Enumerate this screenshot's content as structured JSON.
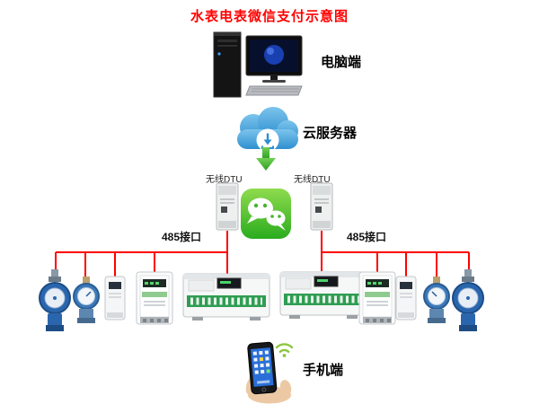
{
  "title": "水表电表微信支付示意图",
  "labels": {
    "computer": "电脑端",
    "cloud_server": "云服务器",
    "dtu_left": "无线DTU",
    "dtu_right": "无线DTU",
    "bus_left": "485接口",
    "bus_right": "485接口",
    "phone": "手机端"
  },
  "icons": {
    "computer": "desktop-computer-icon",
    "cloud": "cloud-download-icon",
    "arrow": "green-down-arrow-icon",
    "wechat": "wechat-icon",
    "dtu": "wireless-dtu-module-icon",
    "water_meter": "water-meter-icon",
    "electric_meter": "electric-meter-icon",
    "controller": "meter-collector-box-icon",
    "phone": "smartphone-in-hand-icon"
  },
  "colors": {
    "title_red": "#ff0000",
    "wire_red": "#ff0000",
    "wechat_green": "#3bb32a",
    "arrow_green": "#3fae2a",
    "cloud_blue": "#46a3dd",
    "meter_blue": "#2a66ad"
  }
}
